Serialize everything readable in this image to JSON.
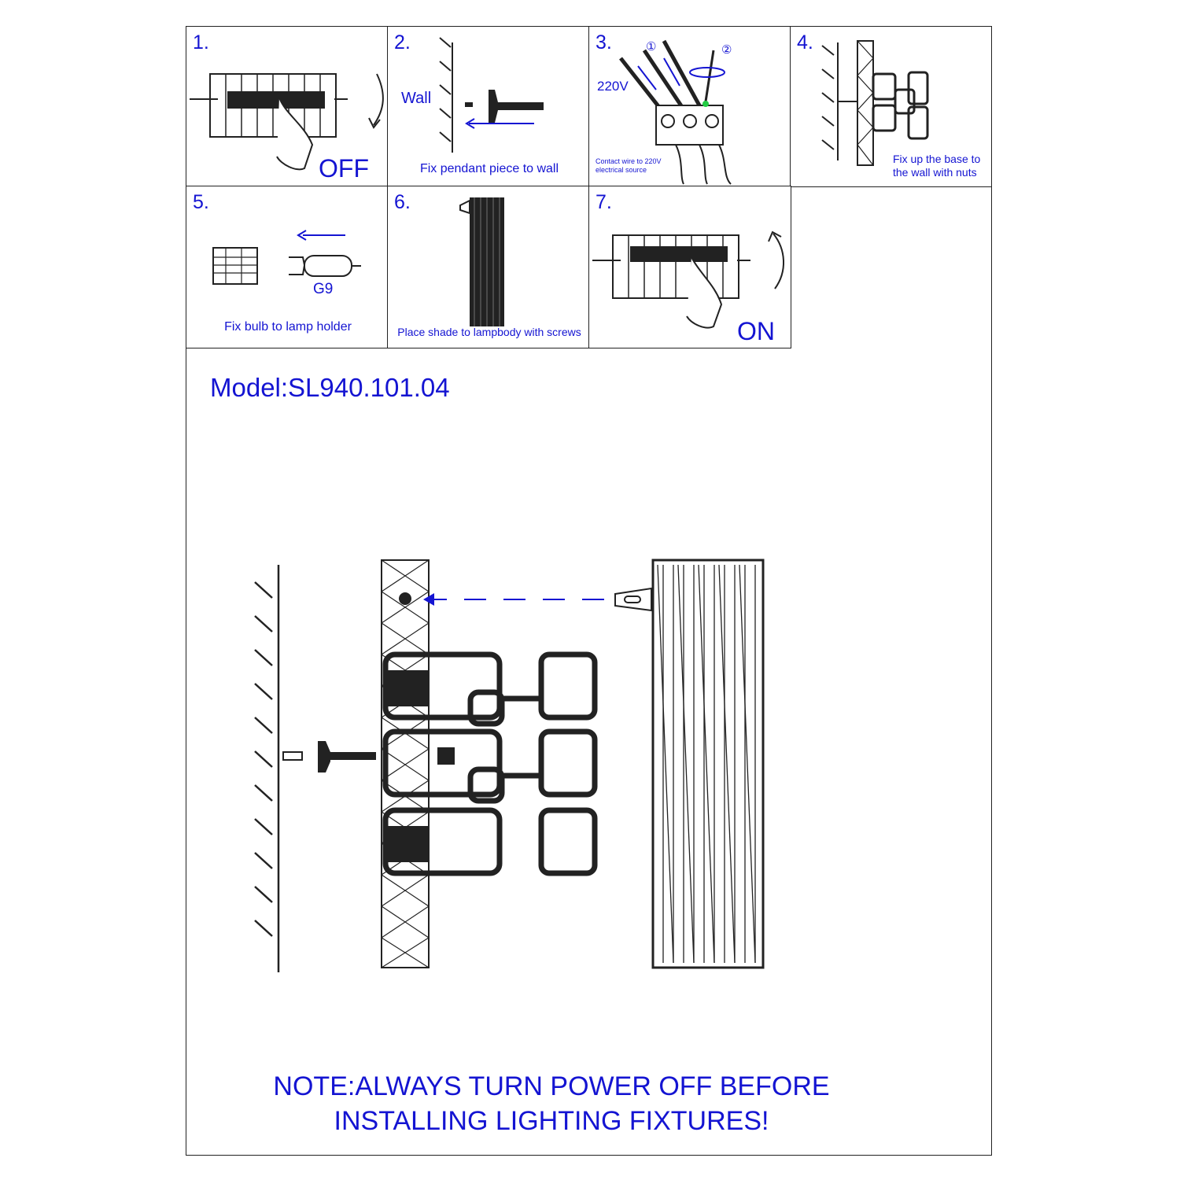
{
  "steps": [
    {
      "num": "1.",
      "off_label": "OFF"
    },
    {
      "num": "2.",
      "wall_label": "Wall",
      "caption": "Fix pendant piece to wall"
    },
    {
      "num": "3.",
      "voltage_label": "220V",
      "caption_line1": "Contact wire to 220V",
      "caption_line2": "electrical source",
      "marker1": "①",
      "marker2": "②"
    },
    {
      "num": "4.",
      "caption_line1": "Fix up the base to",
      "caption_line2": "the wall with nuts"
    },
    {
      "num": "5.",
      "bulb_label": "G9",
      "caption": "Fix bulb to lamp holder"
    },
    {
      "num": "6.",
      "caption": "Place shade to lampbody with screws"
    },
    {
      "num": "7.",
      "on_label": "ON"
    }
  ],
  "model": "Model:SL940.101.04",
  "note": {
    "line1": "NOTE:ALWAYS TURN POWER OFF BEFORE",
    "line2": "INSTALLING LIGHTING FIXTURES!"
  },
  "colors": {
    "accent": "#1414d2",
    "line": "#222222",
    "led": "#22cc44"
  }
}
